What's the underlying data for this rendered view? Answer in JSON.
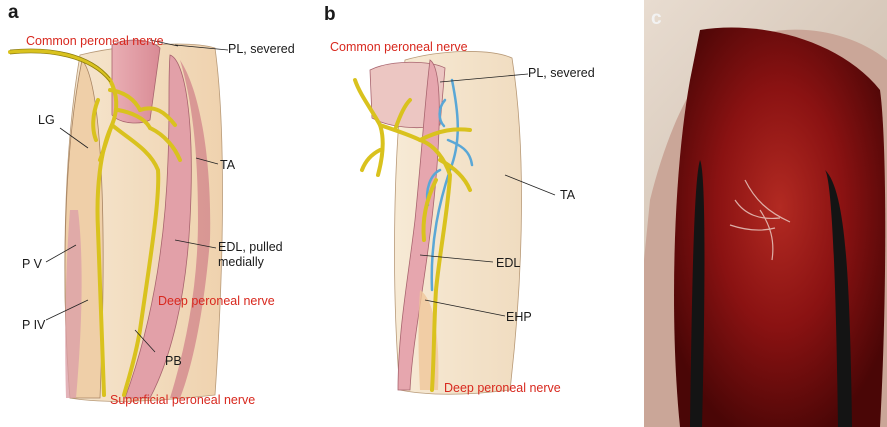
{
  "panels": {
    "a": {
      "letter": "a",
      "labels": {
        "common_peroneal": "Common peroneal nerve",
        "pl": "PL, severed",
        "lg": "LG",
        "ta": "TA",
        "pv": "P V",
        "edl1": "EDL, pulled",
        "edl2": "medially",
        "deep": "Deep peroneal nerve",
        "piv": "P IV",
        "pb": "PB",
        "superficial": "Superficial peroneal nerve"
      }
    },
    "b": {
      "letter": "b",
      "labels": {
        "common_peroneal": "Common peroneal nerve",
        "pl": "PL, severed",
        "ta": "TA",
        "edl": "EDL",
        "ehp": "EHP",
        "deep": "Deep peroneal nerve"
      }
    },
    "c": {
      "letter": "c"
    }
  },
  "colors": {
    "nerve": "#d9c21e",
    "nerve_outline": "#8a7a10",
    "vessel": "#5aa7d6",
    "label_red": "#d8281e",
    "muscle_pink": "#e8b4b8",
    "muscle_tan": "#f2dcc0",
    "photo_red": "#8a1212"
  }
}
